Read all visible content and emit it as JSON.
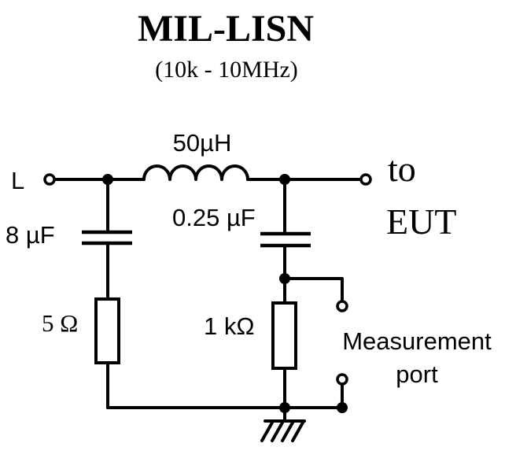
{
  "title": "MIL-LISN",
  "subtitle": "(10k - 10MHz)",
  "labels": {
    "line": "L",
    "inductor": "50µH",
    "cap_input": "8 µF",
    "cap_output": "0.25 µF",
    "res_input": "5 Ω",
    "res_output": "1 kΩ",
    "output_to": "to",
    "output_eut": "EUT",
    "measurement_line1": "Measurement",
    "measurement_line2": "port"
  }
}
